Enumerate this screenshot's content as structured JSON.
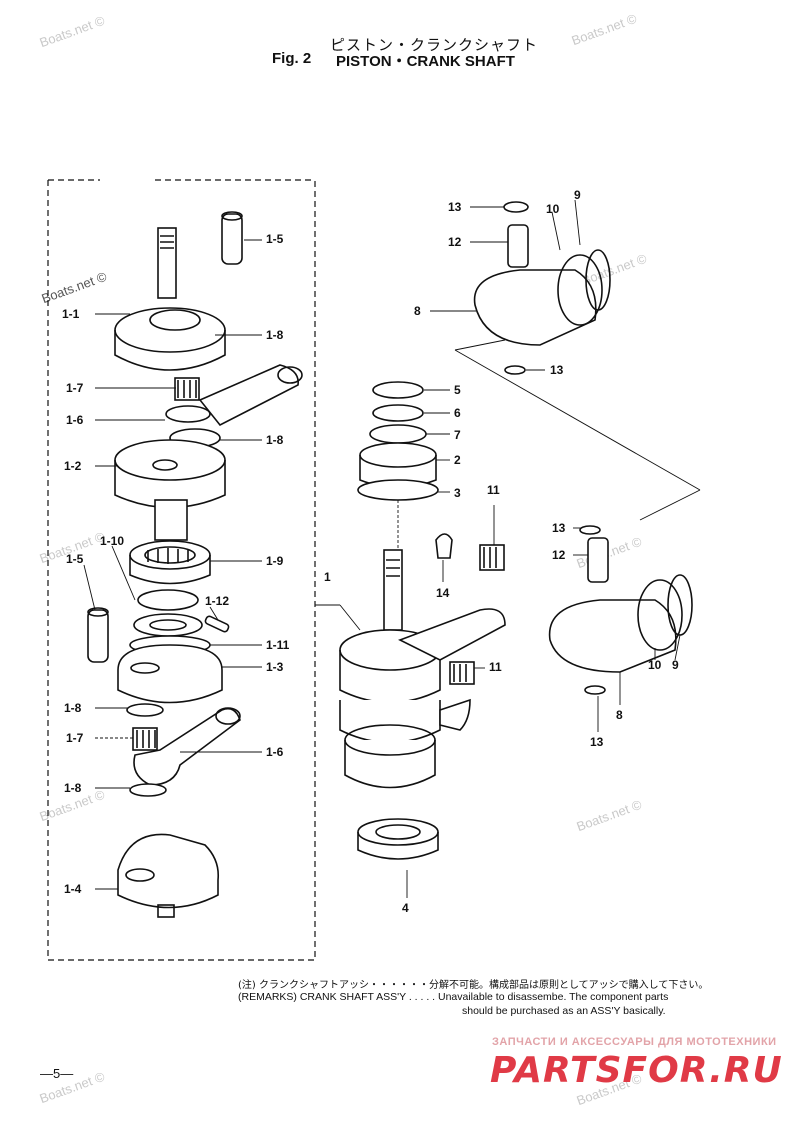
{
  "header": {
    "title_jp": "ピストン・クランクシャフト",
    "fig_label": "Fig. 2",
    "title_en": "PISTON・CRANK SHAFT"
  },
  "watermark": "Boats.net ©",
  "part_labels": [
    "1",
    "1-1",
    "1-2",
    "1-3",
    "1-4",
    "1-5",
    "1-6",
    "1-7",
    "1-8",
    "1-9",
    "1-10",
    "1-11",
    "1-12",
    "2",
    "3",
    "4",
    "5",
    "6",
    "7",
    "8",
    "9",
    "10",
    "11",
    "12",
    "13",
    "14"
  ],
  "remarks": {
    "line1": "(注) クランクシャフトアッシ・・・・・・分解不可能。構成部品は原則としてアッシで購入して下さい。",
    "line2": "(REMARKS) CRANK SHAFT ASS'Y . . . . . Unavailable to disassembe. The component parts",
    "line3": "should be purchased as an ASS'Y basically."
  },
  "brand": {
    "tagline": "ЗАПЧАСТИ И АКСЕССУАРЫ ДЛЯ МОТОТЕХНИКИ",
    "name": "PARTSFOR.RU",
    "color": "#e03a46"
  },
  "page_number": "—5—"
}
